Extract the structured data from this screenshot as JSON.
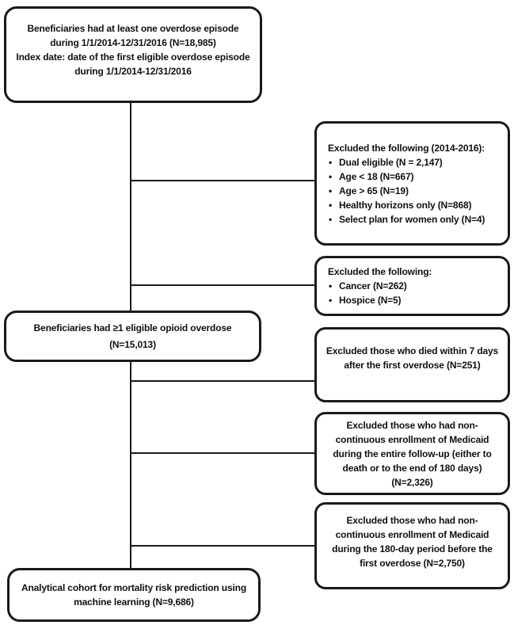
{
  "boxes": {
    "top": {
      "paragraphs": [
        "Beneficiaries had at least one overdose episode during 1/1/2014-12/31/2016 (N=18,985)",
        "Index date: date of the first eligible overdose episode during 1/1/2014-12/31/2016"
      ]
    },
    "cohort": {
      "paragraphs": [
        "Beneficiaries had ≥1 eligible opioid overdose",
        "(N=15,013)"
      ]
    },
    "final": {
      "text": "Analytical cohort for mortality risk prediction using machine learning (N=9,686)"
    },
    "exclusion1": {
      "header": "Excluded the following (2014-2016):",
      "items": [
        "Dual eligible (N = 2,147)",
        "Age < 18 (N=667)",
        "Age > 65 (N=19)",
        "Healthy horizons only (N=868)",
        "Select plan for women only (N=4)"
      ]
    },
    "exclusion2": {
      "header": "Excluded the following:",
      "items": [
        "Cancer (N=262)",
        "Hospice (N=5)"
      ]
    },
    "exclusion3": {
      "text": "Excluded those who died within 7 days after the first overdose (N=251)"
    },
    "exclusion4": {
      "text": "Excluded those who had non-continuous enrollment of Medicaid during the entire follow-up (either to death or to the end of 180 days) (N=2,326)"
    },
    "exclusion5": {
      "text": "Excluded those who had non-continuous enrollment of Medicaid during the 180-day period before the first overdose (N=2,750)"
    }
  },
  "colors": {
    "line": "#1a1a1a",
    "border": "#1a1a1a",
    "text": "#111111",
    "background": "#ffffff"
  }
}
